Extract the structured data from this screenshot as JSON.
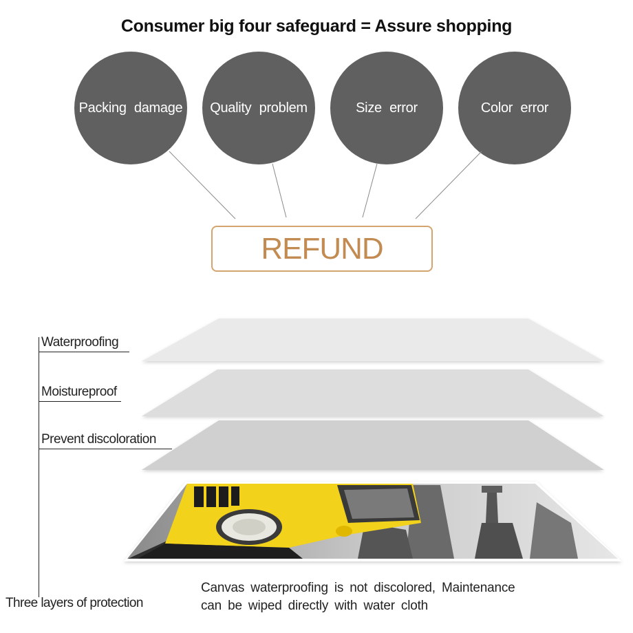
{
  "title": "Consumer big four safeguard = Assure shopping",
  "safeguards": [
    {
      "label": "Packing damage"
    },
    {
      "label": "Quality problem"
    },
    {
      "label": "Size error"
    },
    {
      "label": "Color error"
    }
  ],
  "refund_label": "REFUND",
  "layers": [
    {
      "label": "Waterproofing"
    },
    {
      "label": "Moistureproof"
    },
    {
      "label": "Prevent discoloration"
    }
  ],
  "three_layers_label": "Three layers of protection",
  "caption": {
    "line1": "Canvas waterproofing is not discolored, Maintenance",
    "line2": "can be wiped directly with water cloth"
  },
  "colors": {
    "circle": "#606060",
    "refund_accent": "#c28b52",
    "taxi_yellow": "#f2d21b"
  }
}
